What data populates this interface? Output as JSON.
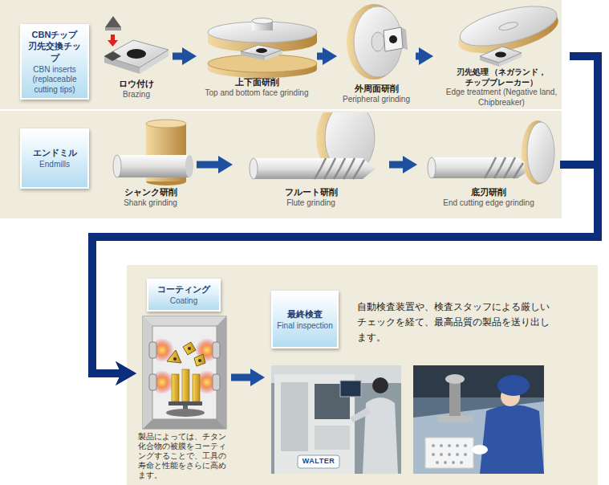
{
  "diagram": {
    "nodes": [
      {
        "text": [
          "CBNチップ 刃先交換チップ",
          "CBN inserts (replaceable cutting tips)"
        ]
      },
      {
        "text": [
          "ロウ付け",
          "Brazing"
        ]
      },
      {
        "text": [
          "上下面研削",
          "Top and bottom face grinding"
        ]
      },
      {
        "text": [
          "外周面研削",
          "Peripheral grinding"
        ]
      },
      {
        "text": [
          "刃先処理 （ネガランド，チップブレーカー）",
          "Edge treatment (Negative land, Chipbreaker)"
        ]
      },
      {
        "text": [
          "エンドミル",
          "Endmills"
        ]
      },
      {
        "text": [
          "シャンク研削",
          "Shank grinding"
        ]
      },
      {
        "text": [
          "フルート研削",
          "Flute grinding"
        ]
      },
      {
        "text": [
          "底刃研削",
          "End cutting edge grinding"
        ]
      },
      {
        "text": [
          "コーティング",
          "Coating",
          "製品によっては、チタン化合物の被膜をコーティングすることで、工具の寿命と性能をさらに高めます。"
        ]
      },
      {
        "text": [
          "最終検査",
          "Final inspection",
          "自動検査装置や、検査スタッフによる厳しいチェックを経て、最高品質の製品を送り出します。"
        ]
      }
    ],
    "edges": [
      {
        "from": 1,
        "to": 2,
        "arrow": "to"
      },
      {
        "from": 2,
        "to": 3,
        "arrow": "to"
      },
      {
        "from": 3,
        "to": 4,
        "arrow": "to"
      },
      {
        "from": 6,
        "to": 7,
        "arrow": "to"
      },
      {
        "from": 7,
        "to": 8,
        "arrow": "to"
      },
      {
        "from": 4,
        "to": 9,
        "arrow": "to"
      },
      {
        "from": 8,
        "to": 9,
        "arrow": "to"
      },
      {
        "from": 9,
        "to": 10,
        "arrow": "to"
      }
    ],
    "labels": [
      "WALTER"
    ]
  }
}
